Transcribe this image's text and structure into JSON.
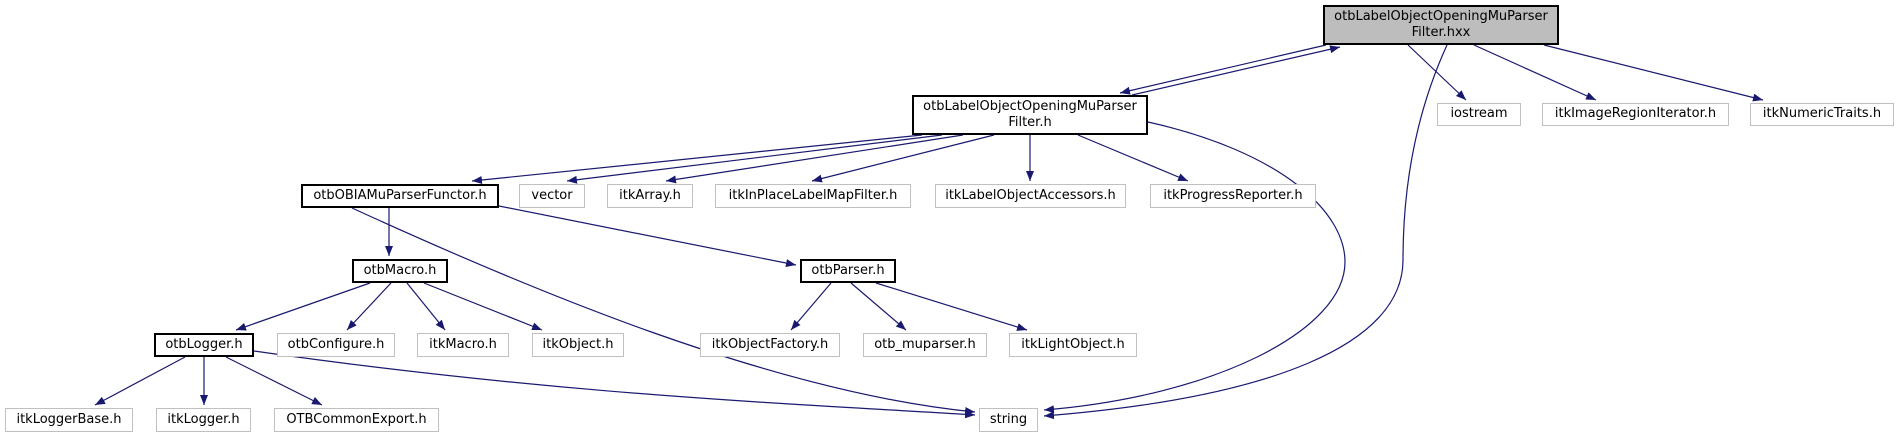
{
  "diagram": {
    "kind": "include-dependency-graph",
    "background": "#ffffff",
    "edge_color": "#191970",
    "node_fill": "#ffffff",
    "focus_fill": "#bdbdbd",
    "strong_border": "#000000",
    "plain_border": "#c0c0c0"
  },
  "graph": {
    "nodes": [
      {
        "id": "hxx",
        "label": "otbLabelObjectOpeningMuParser\nFilter.hxx",
        "style": "focus"
      },
      {
        "id": "h",
        "label": "otbLabelObjectOpeningMuParser\nFilter.h",
        "style": "strong"
      },
      {
        "id": "iostream",
        "label": "iostream",
        "style": "plain"
      },
      {
        "id": "imageRegionIterator",
        "label": "itkImageRegionIterator.h",
        "style": "plain"
      },
      {
        "id": "numericTraits",
        "label": "itkNumericTraits.h",
        "style": "plain"
      },
      {
        "id": "functor",
        "label": "otbOBIAMuParserFunctor.h",
        "style": "strong"
      },
      {
        "id": "vector",
        "label": "vector",
        "style": "plain"
      },
      {
        "id": "itkArray",
        "label": "itkArray.h",
        "style": "plain"
      },
      {
        "id": "inPlaceLabelMapFilter",
        "label": "itkInPlaceLabelMapFilter.h",
        "style": "plain"
      },
      {
        "id": "labelObjectAccessors",
        "label": "itkLabelObjectAccessors.h",
        "style": "plain"
      },
      {
        "id": "progressReporter",
        "label": "itkProgressReporter.h",
        "style": "plain"
      },
      {
        "id": "otbMacro",
        "label": "otbMacro.h",
        "style": "strong"
      },
      {
        "id": "otbParser",
        "label": "otbParser.h",
        "style": "strong"
      },
      {
        "id": "otbLogger",
        "label": "otbLogger.h",
        "style": "strong"
      },
      {
        "id": "otbConfigure",
        "label": "otbConfigure.h",
        "style": "plain"
      },
      {
        "id": "itkMacro",
        "label": "itkMacro.h",
        "style": "plain"
      },
      {
        "id": "itkObject",
        "label": "itkObject.h",
        "style": "plain"
      },
      {
        "id": "objectFactory",
        "label": "itkObjectFactory.h",
        "style": "plain"
      },
      {
        "id": "otbMuparser",
        "label": "otb_muparser.h",
        "style": "plain"
      },
      {
        "id": "lightObject",
        "label": "itkLightObject.h",
        "style": "plain"
      },
      {
        "id": "loggerBase",
        "label": "itkLoggerBase.h",
        "style": "plain"
      },
      {
        "id": "itkLogger",
        "label": "itkLogger.h",
        "style": "plain"
      },
      {
        "id": "commonExport",
        "label": "OTBCommonExport.h",
        "style": "plain"
      },
      {
        "id": "string",
        "label": "string",
        "style": "plain"
      }
    ],
    "edges": [
      {
        "from": "hxx",
        "to": "h"
      },
      {
        "from": "h",
        "to": "hxx"
      },
      {
        "from": "hxx",
        "to": "iostream"
      },
      {
        "from": "hxx",
        "to": "imageRegionIterator"
      },
      {
        "from": "hxx",
        "to": "numericTraits"
      },
      {
        "from": "hxx",
        "to": "string"
      },
      {
        "from": "h",
        "to": "functor"
      },
      {
        "from": "h",
        "to": "vector"
      },
      {
        "from": "h",
        "to": "itkArray"
      },
      {
        "from": "h",
        "to": "inPlaceLabelMapFilter"
      },
      {
        "from": "h",
        "to": "labelObjectAccessors"
      },
      {
        "from": "h",
        "to": "progressReporter"
      },
      {
        "from": "h",
        "to": "string"
      },
      {
        "from": "functor",
        "to": "otbMacro"
      },
      {
        "from": "functor",
        "to": "otbParser"
      },
      {
        "from": "functor",
        "to": "string"
      },
      {
        "from": "otbMacro",
        "to": "otbLogger"
      },
      {
        "from": "otbMacro",
        "to": "otbConfigure"
      },
      {
        "from": "otbMacro",
        "to": "itkMacro"
      },
      {
        "from": "otbMacro",
        "to": "itkObject"
      },
      {
        "from": "otbParser",
        "to": "objectFactory"
      },
      {
        "from": "otbParser",
        "to": "otbMuparser"
      },
      {
        "from": "otbParser",
        "to": "lightObject"
      },
      {
        "from": "otbLogger",
        "to": "loggerBase"
      },
      {
        "from": "otbLogger",
        "to": "itkLogger"
      },
      {
        "from": "otbLogger",
        "to": "commonExport"
      },
      {
        "from": "otbLogger",
        "to": "string"
      }
    ]
  }
}
